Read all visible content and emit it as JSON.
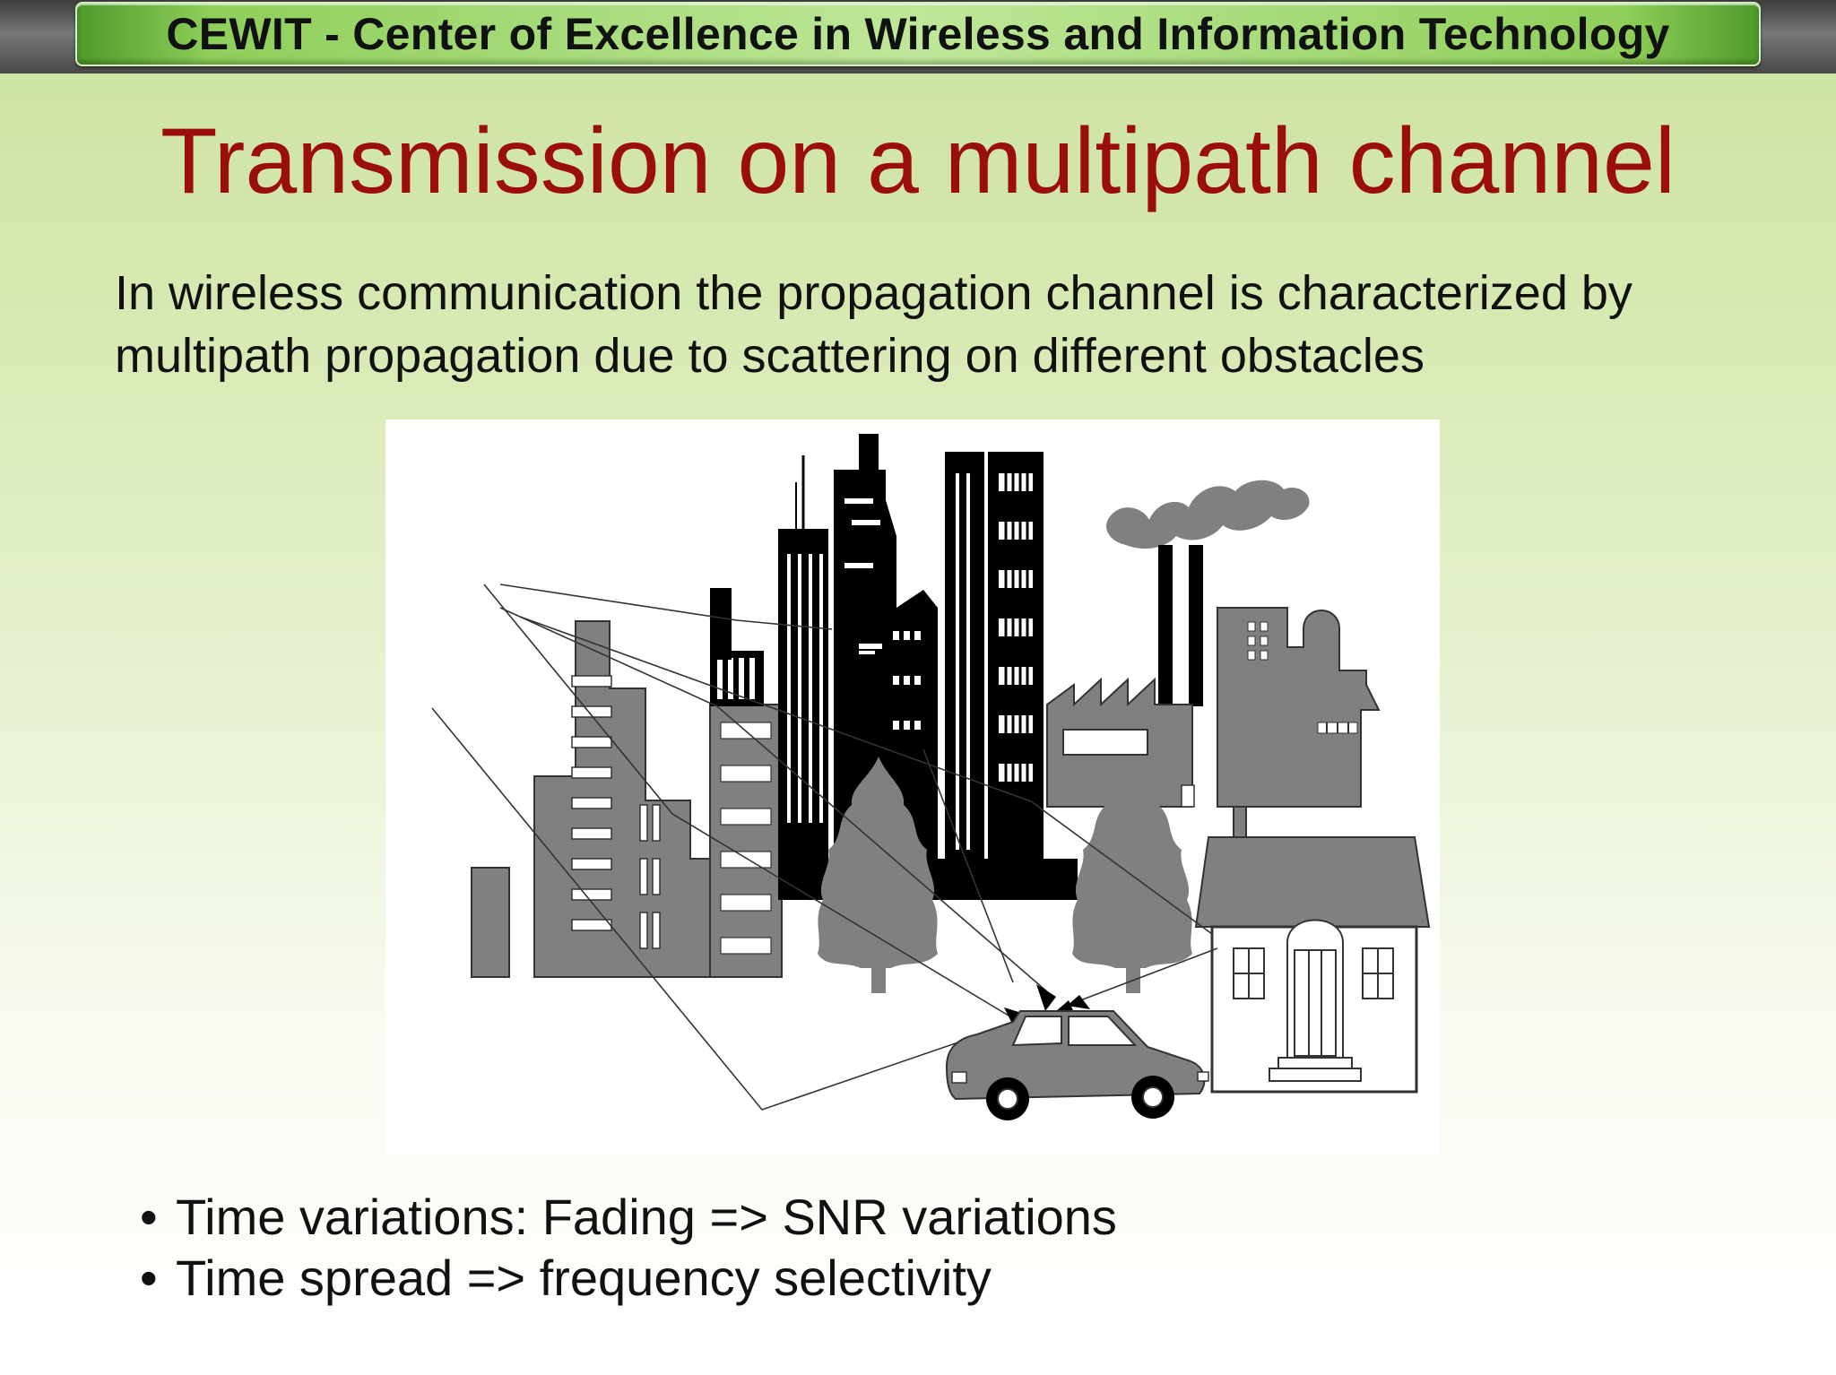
{
  "header": {
    "banner_text": "CEWIT - Center of Excellence in Wireless and Information Technology"
  },
  "slide": {
    "title": "Transmission on a multipath channel",
    "intro_line1": "In wireless communication the propagation channel is characterized by",
    "intro_line2": "multipath propagation due to scattering on different obstacles"
  },
  "bullets": {
    "items": [
      {
        "marker": "•",
        "text": "Time variations: Fading => SNR variations"
      },
      {
        "marker": "•",
        "text": "Time spread => frequency selectivity"
      }
    ]
  },
  "colors": {
    "title": "#9b0e0e",
    "banner": "#8fcf5a",
    "building_gray": "#808080",
    "building_black": "#000000"
  },
  "illustration": {
    "icons": [
      "city-skyline-icon",
      "factory-icon",
      "house-icon",
      "tree-icon",
      "car-icon",
      "signal-path-lines"
    ]
  }
}
